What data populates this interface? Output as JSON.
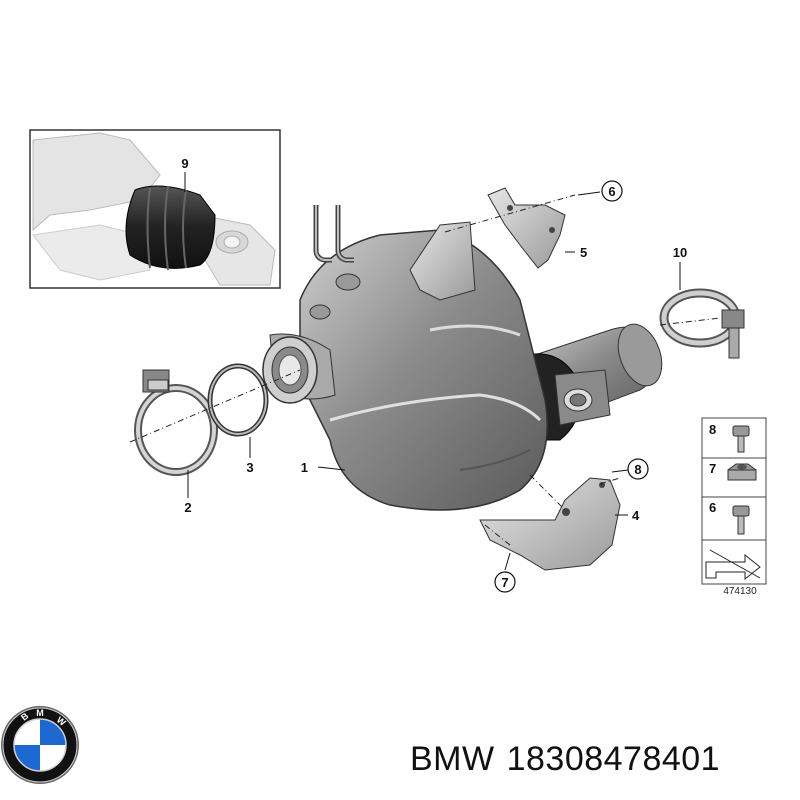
{
  "diagram": {
    "callouts": {
      "c1": "1",
      "c2": "2",
      "c3": "3",
      "c4": "4",
      "c5": "5",
      "c6_bracket": "6",
      "c7_bottom": "7",
      "c8_bracket": "8",
      "c9": "9",
      "c10": "10"
    },
    "legend": {
      "items": [
        {
          "number": "8",
          "part": "bolt"
        },
        {
          "number": "7",
          "part": "nut"
        },
        {
          "number": "6",
          "part": "bolt"
        }
      ],
      "image_number": "474130"
    }
  },
  "caption": {
    "brand": "BMW",
    "part_number": "18308478401"
  },
  "logo": {
    "text": "BMW",
    "colors": {
      "blue": "#1c69d4",
      "ring": "#111111",
      "white": "#ffffff"
    }
  }
}
